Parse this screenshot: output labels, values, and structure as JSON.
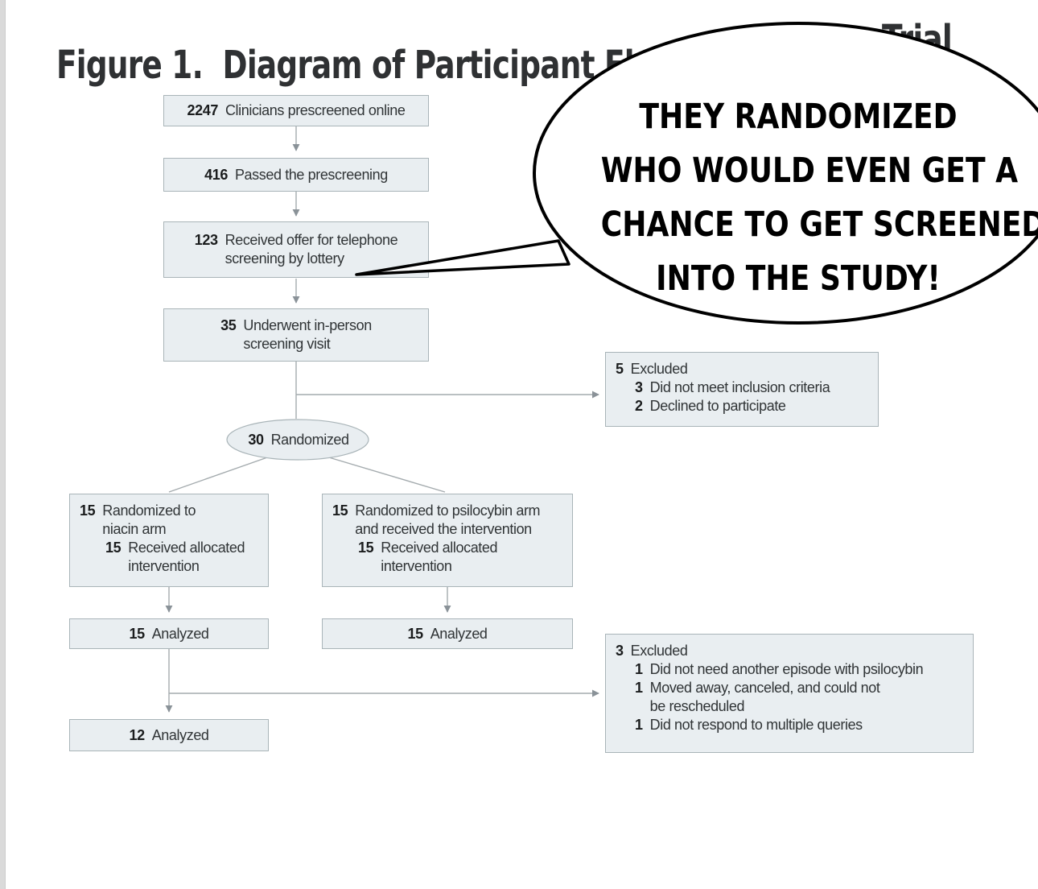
{
  "figure": {
    "title_left": "Figure 1.  Diagram of Participant Flow Th",
    "title_right": "Trial"
  },
  "bubble": {
    "lines": [
      "THEY RANDOMIZED",
      "WHO WOULD EVEN GET A",
      "CHANCE TO GET SCREENED",
      "INTO THE STUDY!"
    ]
  },
  "flow": {
    "prescreened": {
      "num": "2247",
      "label": "Clinicians prescreened online"
    },
    "passed": {
      "num": "416",
      "label": "Passed the prescreening"
    },
    "offer": {
      "num": "123",
      "line1": "Received offer for telephone",
      "line2": "screening by lottery"
    },
    "inperson": {
      "num": "35",
      "line1": "Underwent in-person",
      "line2": "screening visit"
    },
    "excluded1": {
      "num": "5",
      "label": "Excluded",
      "items": [
        {
          "num": "3",
          "line1": "Did not meet inclusion criteria"
        },
        {
          "num": "2",
          "line1": "Declined to participate"
        }
      ]
    },
    "randomized": {
      "num": "30",
      "label": "Randomized"
    },
    "arm_niacin": {
      "num": "15",
      "line1": "Randomized to",
      "line2": "niacin arm",
      "sub_num": "15",
      "sub_line1": "Received allocated",
      "sub_line2": "intervention"
    },
    "arm_psilocybin": {
      "num": "15",
      "line1": "Randomized to psilocybin arm",
      "line2": "and received the intervention",
      "sub_num": "15",
      "sub_line1": "Received allocated",
      "sub_line2": "intervention"
    },
    "analyzed_niacin": {
      "num": "15",
      "label": "Analyzed"
    },
    "analyzed_psilocybin": {
      "num": "15",
      "label": "Analyzed"
    },
    "excluded2": {
      "num": "3",
      "label": "Excluded",
      "items": [
        {
          "num": "1",
          "line1": "Did not need another episode with psilocybin",
          "line2": ""
        },
        {
          "num": "1",
          "line1": "Moved away, canceled, and could not",
          "line2": "be rescheduled"
        },
        {
          "num": "1",
          "line1": "Did not respond to multiple queries",
          "line2": ""
        }
      ]
    },
    "analyzed_final": {
      "num": "12",
      "label": "Analyzed"
    }
  },
  "colors": {
    "box_fill": "#e9eef1",
    "box_border": "#a9b4b8",
    "connector": "#a4abae",
    "arrowhead": "#8a9298",
    "title_text": "#2f3133",
    "body_text": "#303436",
    "number_text": "#1b1d1e",
    "bubble_fill": "#ffffff",
    "bubble_border": "#000000"
  }
}
